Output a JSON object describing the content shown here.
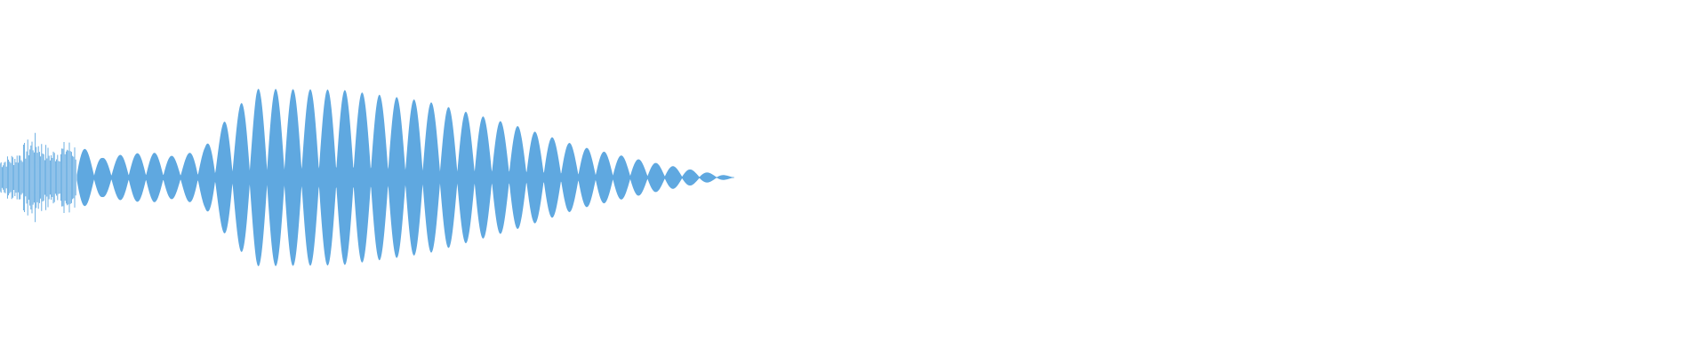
{
  "colors": {
    "background": "#ffffff",
    "waveform": "#5fa8e0"
  },
  "waveform": {
    "duration_fraction": 0.43,
    "envelope": [
      {
        "t": 0.0,
        "amp": 0.22,
        "lobes": 0
      },
      {
        "t": 0.01,
        "amp": 0.3,
        "lobes": 0
      },
      {
        "t": 0.02,
        "amp": 0.52,
        "lobes": 0
      },
      {
        "t": 0.03,
        "amp": 0.32,
        "lobes": 0
      },
      {
        "t": 0.04,
        "amp": 0.44,
        "lobes": 0
      },
      {
        "t": 0.05,
        "amp": 0.32,
        "lobes": 0
      },
      {
        "t": 0.06,
        "amp": 0.22,
        "lobes": 0
      },
      {
        "t": 0.075,
        "amp": 0.27,
        "lobes": 0
      },
      {
        "t": 0.09,
        "amp": 0.28,
        "lobes": 0
      },
      {
        "t": 0.105,
        "amp": 0.23,
        "lobes": 0
      },
      {
        "t": 0.12,
        "amp": 0.35,
        "lobes": 0
      },
      {
        "t": 0.135,
        "amp": 0.72,
        "lobes": 0
      },
      {
        "t": 0.15,
        "amp": 1.0,
        "lobes": 0
      },
      {
        "t": 0.2,
        "amp": 0.99,
        "lobes": 0
      },
      {
        "t": 0.25,
        "amp": 0.86,
        "lobes": 0
      },
      {
        "t": 0.3,
        "amp": 0.6,
        "lobes": 0
      },
      {
        "t": 0.34,
        "amp": 0.35,
        "lobes": 0
      },
      {
        "t": 0.38,
        "amp": 0.18,
        "lobes": 0
      },
      {
        "t": 0.41,
        "amp": 0.07,
        "lobes": 0
      },
      {
        "t": 0.43,
        "amp": 0.01,
        "lobes": 0
      }
    ],
    "noisy_region_end": 0.045,
    "lobe_count_smooth": 38
  }
}
